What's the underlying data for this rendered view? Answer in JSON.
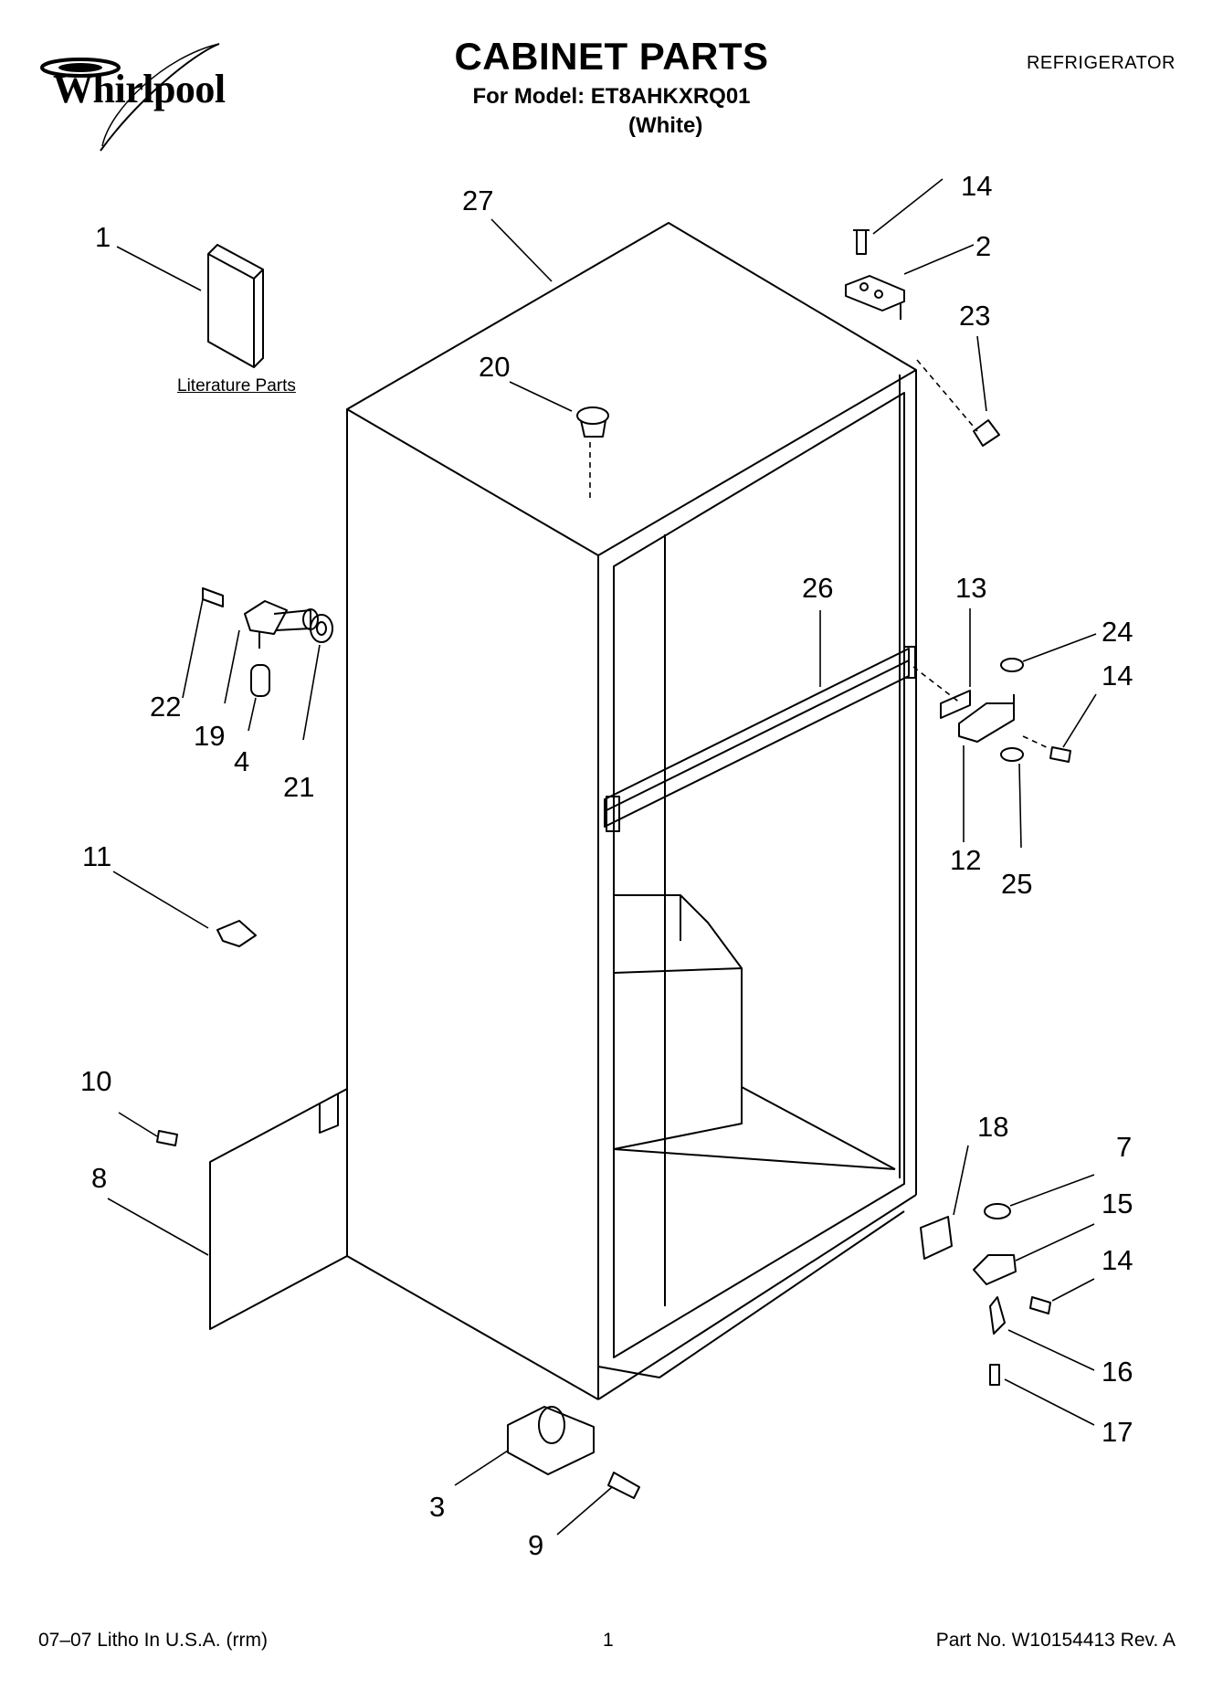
{
  "header": {
    "brand": "Whirlpool",
    "title": "CABINET PARTS",
    "subtitle": "For Model: ET8AHKXRQ01",
    "variant": "(White)",
    "category": "REFRIGERATOR"
  },
  "diagram": {
    "literature_label": "Literature Parts",
    "callouts": {
      "c1": "1",
      "c2": "2",
      "c3": "3",
      "c4": "4",
      "c7": "7",
      "c8": "8",
      "c9": "9",
      "c10": "10",
      "c11": "11",
      "c12": "12",
      "c13": "13",
      "c14a": "14",
      "c14b": "14",
      "c14c": "14",
      "c15": "15",
      "c16": "16",
      "c17": "17",
      "c18": "18",
      "c19": "19",
      "c20": "20",
      "c21": "21",
      "c22": "22",
      "c23": "23",
      "c24": "24",
      "c25": "25",
      "c26": "26",
      "c27": "27"
    }
  },
  "footer": {
    "left": "07–07 Litho In U.S.A. (rrm)",
    "page": "1",
    "part_no": "Part No. W10154413 Rev. A"
  }
}
